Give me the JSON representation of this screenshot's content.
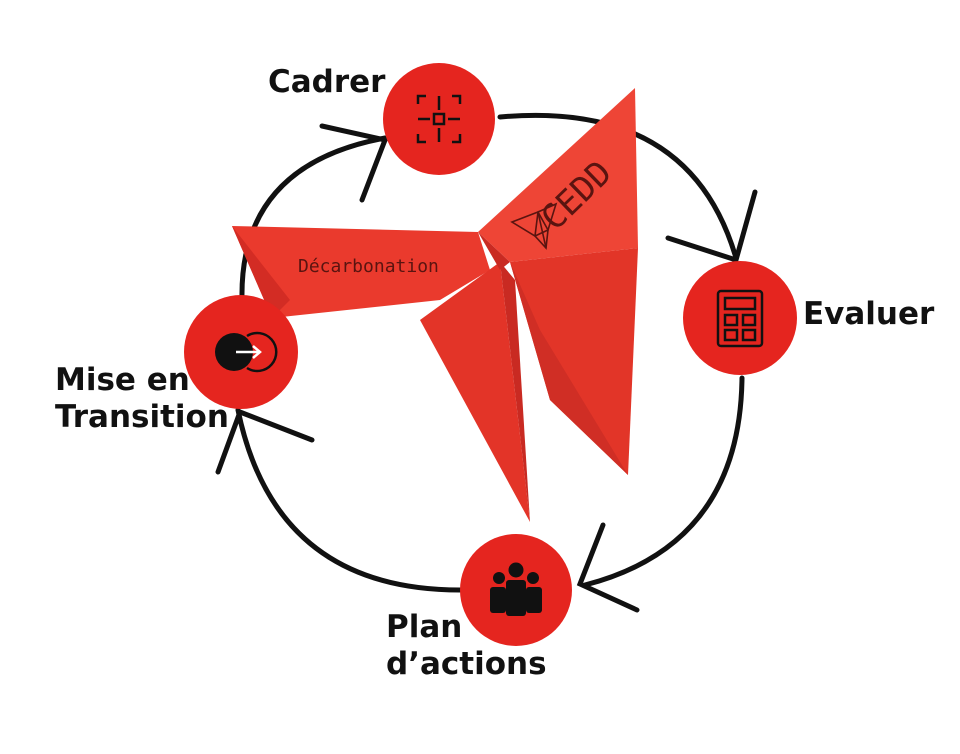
{
  "colors": {
    "accent": "#e5251f",
    "butterfly": "#ea3a2d",
    "butterfly_dark": "#c92a22",
    "ink": "#111111"
  },
  "steps": [
    {
      "id": "cadrer",
      "label": "Cadrer",
      "icon": "focus-frame-icon"
    },
    {
      "id": "evaluer",
      "label": "Evaluer",
      "icon": "calculator-icon"
    },
    {
      "id": "plan",
      "label_line1": "Plan",
      "label_line2": "d’actions",
      "icon": "team-icon"
    },
    {
      "id": "mise",
      "label_line1": "Mise en",
      "label_line2": "Transition",
      "icon": "login-arrow-icon"
    }
  ],
  "butterfly": {
    "wing_text_left": "Décarbonation",
    "wing_text_right": "CEDD",
    "logo_icon": "butterfly-logo-icon"
  }
}
